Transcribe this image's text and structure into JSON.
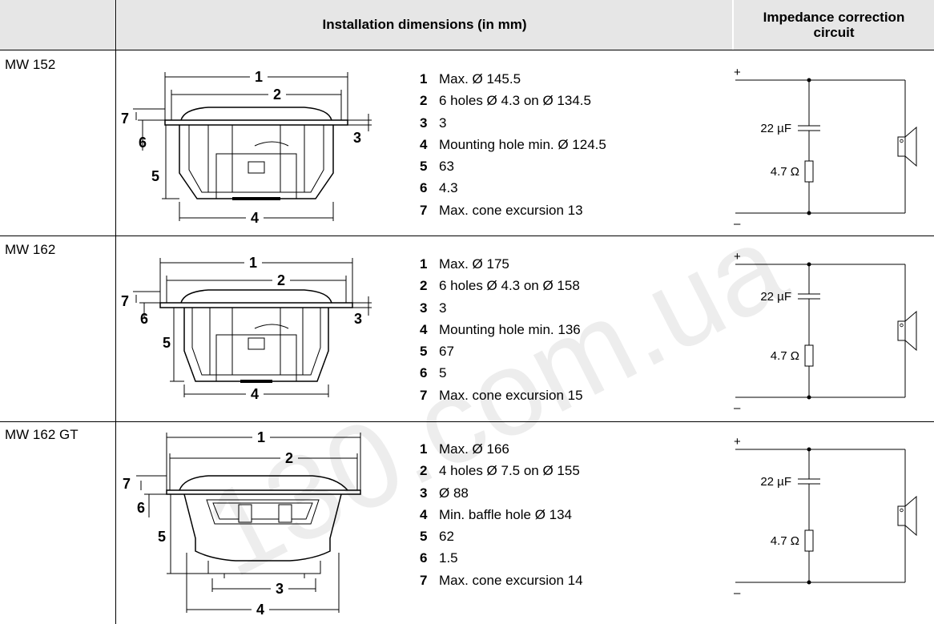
{
  "header": {
    "install_title": "Installation dimensions (in mm)",
    "circuit_title_line1": "Impedance correction",
    "circuit_title_line2": "circuit"
  },
  "watermark": {
    "text": "130.com.ua"
  },
  "rows": [
    {
      "model": "MW 152",
      "callouts": [
        "1",
        "2",
        "3",
        "4",
        "5",
        "6",
        "7"
      ],
      "specs": [
        {
          "num": "1",
          "text": "Max. Ø 145.5"
        },
        {
          "num": "2",
          "text": "6 holes Ø 4.3 on Ø 134.5"
        },
        {
          "num": "3",
          "text": "3"
        },
        {
          "num": "4",
          "text": "Mounting hole min. Ø 124.5"
        },
        {
          "num": "5",
          "text": "63"
        },
        {
          "num": "6",
          "text": "4.3"
        },
        {
          "num": "7",
          "text": "Max. cone excursion 13"
        }
      ],
      "circuit": {
        "plus": "+",
        "minus": "–",
        "capacitor": "22 µF",
        "resistor": "4.7 Ω"
      }
    },
    {
      "model": "MW 162",
      "callouts": [
        "1",
        "2",
        "3",
        "4",
        "5",
        "6",
        "7"
      ],
      "specs": [
        {
          "num": "1",
          "text": "Max. Ø 175"
        },
        {
          "num": "2",
          "text": "6 holes Ø 4.3 on Ø 158"
        },
        {
          "num": "3",
          "text": "3"
        },
        {
          "num": "4",
          "text": "Mounting hole min. 136"
        },
        {
          "num": "5",
          "text": "67"
        },
        {
          "num": "6",
          "text": "5"
        },
        {
          "num": "7",
          "text": "Max. cone excursion 15"
        }
      ],
      "circuit": {
        "plus": "+",
        "minus": "–",
        "capacitor": "22 µF",
        "resistor": "4.7 Ω"
      }
    },
    {
      "model": "MW 162 GT",
      "callouts": [
        "1",
        "2",
        "3",
        "4",
        "5",
        "6",
        "7"
      ],
      "specs": [
        {
          "num": "1",
          "text": "Max. Ø 166"
        },
        {
          "num": "2",
          "text": "4 holes Ø 7.5 on Ø 155"
        },
        {
          "num": "3",
          "text": "Ø 88"
        },
        {
          "num": "4",
          "text": "Min. baffle hole Ø 134"
        },
        {
          "num": "5",
          "text": "62"
        },
        {
          "num": "6",
          "text": "1.5"
        },
        {
          "num": "7",
          "text": "Max. cone excursion 14"
        }
      ],
      "circuit": {
        "plus": "+",
        "minus": "–",
        "capacitor": "22 µF",
        "resistor": "4.7 Ω"
      }
    }
  ]
}
